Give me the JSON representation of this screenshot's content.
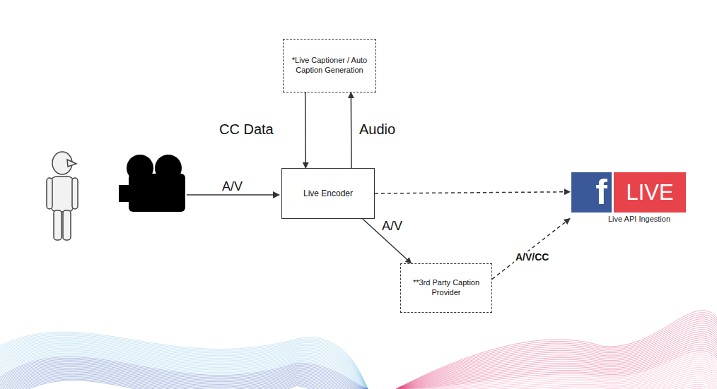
{
  "diagram": {
    "nodes": [
      {
        "text": [
          "*Live Captioner / Auto Caption Generation"
        ]
      },
      {
        "text": [
          "Live Encoder"
        ]
      },
      {
        "text": [
          "**3rd Party Caption Provider"
        ]
      },
      {
        "text": [
          "f",
          "LIVE",
          "Live API Ingestion"
        ]
      }
    ],
    "edges": [
      {
        "from": 0,
        "to": 1,
        "label": "CC Data",
        "arrow": "to"
      },
      {
        "from": 1,
        "to": 0,
        "label": "Audio",
        "arrow": "to"
      },
      {
        "from": 1,
        "to": 3,
        "arrow": "to"
      },
      {
        "from": 1,
        "to": 2,
        "label": "A/V",
        "arrow": "to"
      },
      {
        "from": 2,
        "to": 3,
        "label": "A/V/CC",
        "arrow": "to"
      }
    ],
    "labels": [
      "A/V"
    ]
  }
}
